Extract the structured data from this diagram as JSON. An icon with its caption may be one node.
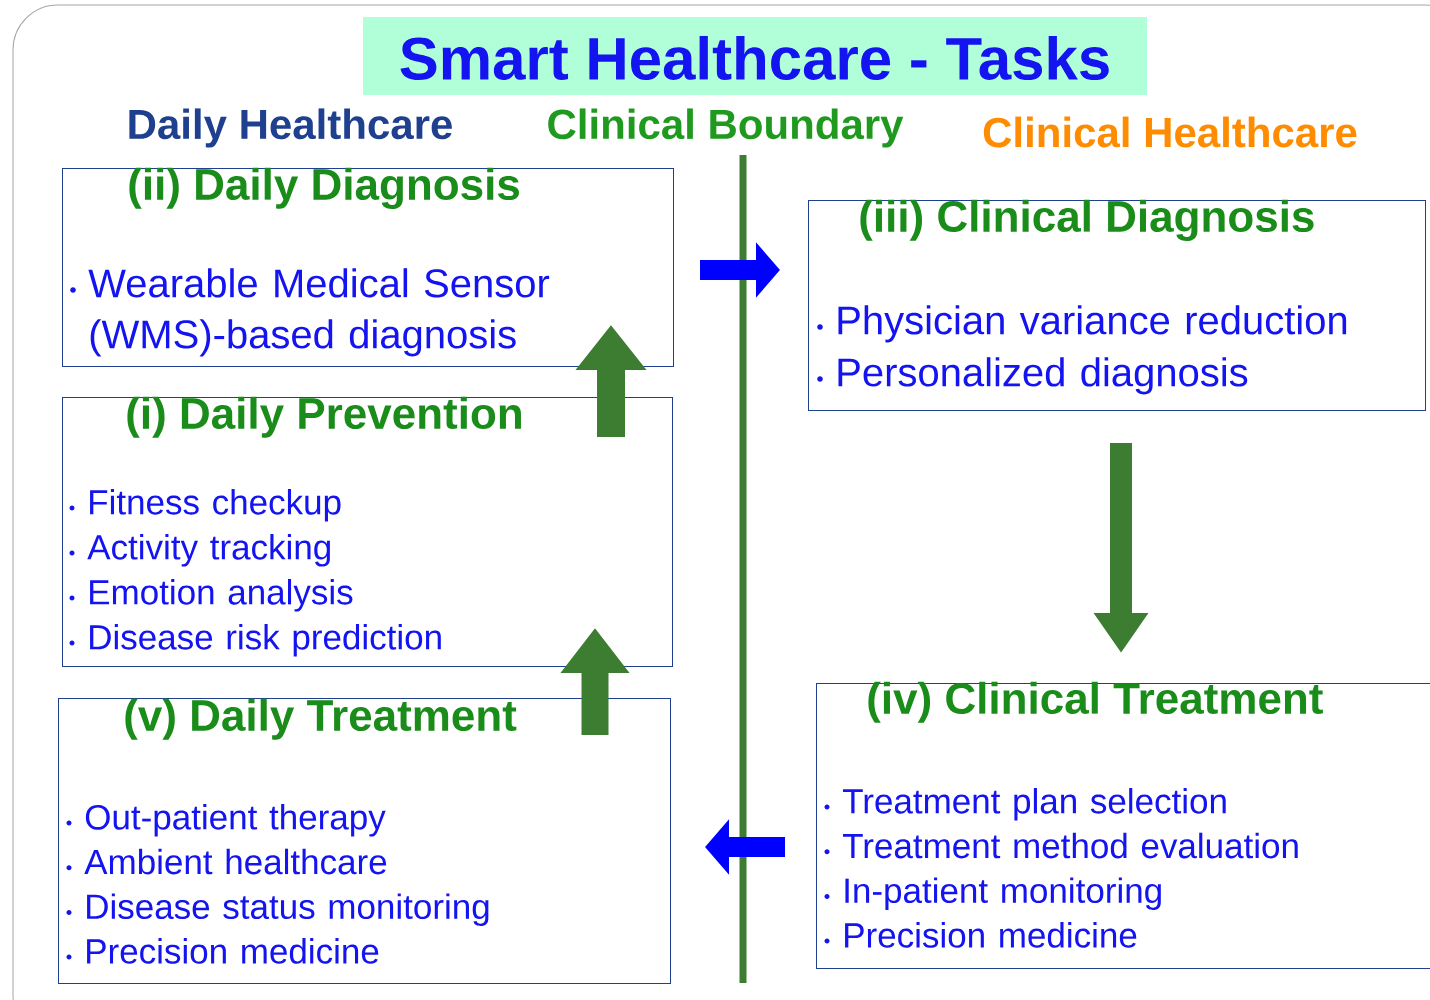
{
  "diagram": {
    "title": "Smart Healthcare - Tasks",
    "nodes": [
      {
        "text": [
          "(ii) Daily Diagnosis",
          "Wearable Medical Sensor (WMS)-based diagnosis"
        ]
      },
      {
        "text": [
          "(iii) Clinical Diagnosis",
          "Physician variance reduction",
          "Personalized diagnosis"
        ]
      },
      {
        "text": [
          "(i) Daily Prevention",
          "Fitness checkup",
          "Activity tracking",
          "Emotion analysis",
          "Disease risk prediction"
        ]
      },
      {
        "text": [
          "(iv) Clinical Treatment",
          "Treatment plan selection",
          "Treatment method evaluation",
          "In-patient monitoring",
          "Precision medicine"
        ]
      },
      {
        "text": [
          "(v) Daily Treatment",
          "Out-patient therapy",
          "Ambient healthcare",
          "Disease status monitoring",
          "Precision medicine"
        ]
      }
    ],
    "edges": [
      {
        "from": 2,
        "to": 0,
        "arrow": "to"
      },
      {
        "from": 4,
        "to": 2,
        "arrow": "to"
      },
      {
        "from": 0,
        "to": 1,
        "arrow": "to",
        "color": "#0000ff"
      },
      {
        "from": 1,
        "to": 3,
        "arrow": "to"
      },
      {
        "from": 3,
        "to": 4,
        "arrow": "to",
        "color": "#0000ff"
      }
    ],
    "labels": [
      "Daily Healthcare",
      "Clinical Boundary",
      "Clinical Healthcare"
    ]
  }
}
